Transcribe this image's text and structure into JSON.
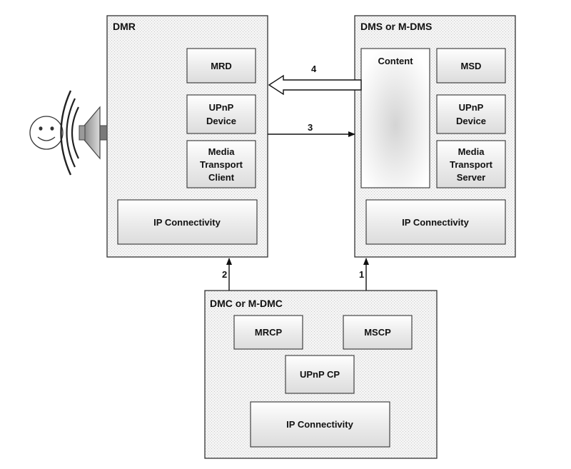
{
  "groups": {
    "dmr": {
      "title": "DMR",
      "mrd": "MRD",
      "upnp_device": [
        "UPnP",
        "Device"
      ],
      "media_transport_client": [
        "Media",
        "Transport",
        "Client"
      ],
      "ip_connectivity": "IP Connectivity"
    },
    "dms": {
      "title": "DMS or M-DMS",
      "content": "Content",
      "msd": "MSD",
      "upnp_device": [
        "UPnP",
        "Device"
      ],
      "media_transport_server": [
        "Media",
        "Transport",
        "Server"
      ],
      "ip_connectivity": "IP Connectivity"
    },
    "dmc": {
      "title": "DMC or M-DMC",
      "mrcp": "MRCP",
      "mscp": "MSCP",
      "upnp_cp": "UPnP CP",
      "ip_connectivity": "IP Connectivity"
    }
  },
  "arrows": {
    "arrow_1": "1",
    "arrow_2": "2",
    "arrow_3": "3",
    "arrow_4": "4"
  },
  "icons": {
    "user": "smiley-face-icon",
    "speaker": "speaker-icon"
  }
}
